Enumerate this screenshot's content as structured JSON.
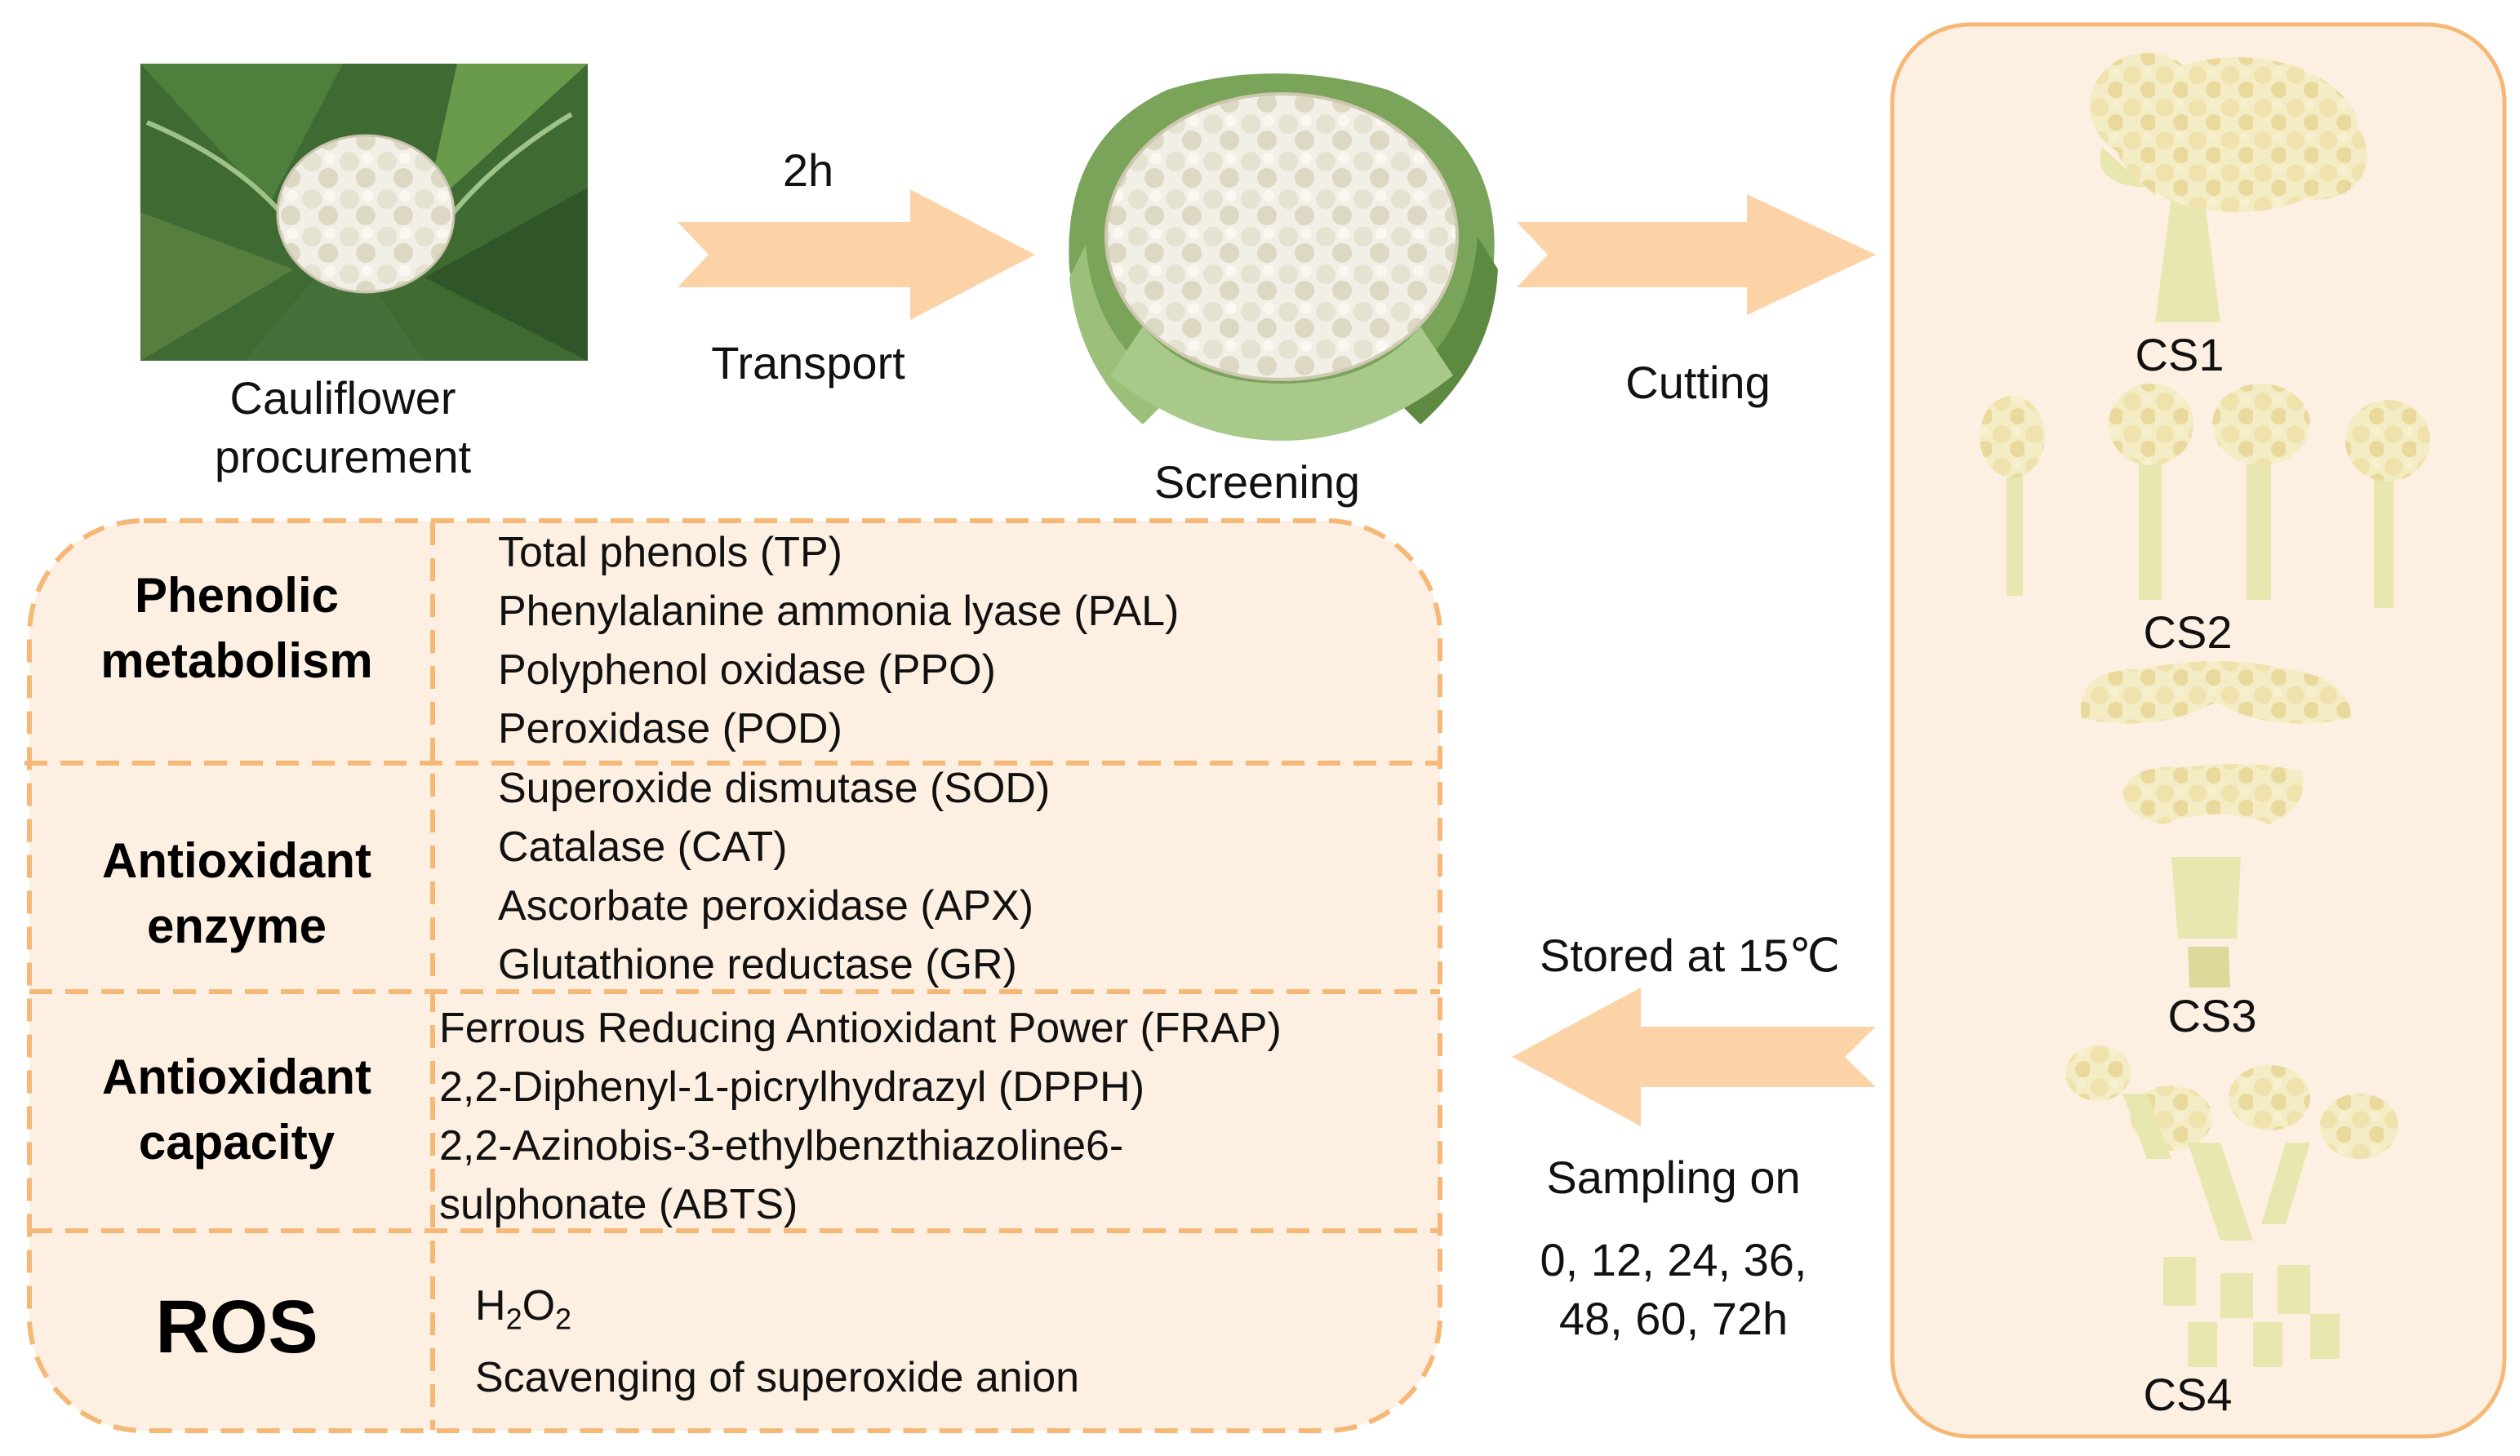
{
  "steps": {
    "procurement": "Cauliflower\nprocurement",
    "transport_time": "2h",
    "transport": "Transport",
    "screening": "Screening",
    "cutting": "Cutting",
    "stored": "Stored at 15℃",
    "sampling_title": "Sampling on",
    "sampling_times": "0, 12, 24, 36,\n48, 60, 72h"
  },
  "cut_styles": [
    "CS1",
    "CS2",
    "CS3",
    "CS4"
  ],
  "indicators": [
    {
      "category": "Phenolic\nmetabolism",
      "items": [
        "Total phenols (TP)",
        "Phenylalanine ammonia lyase (PAL)",
        "Polyphenol oxidase (PPO)",
        "Peroxidase (POD)"
      ]
    },
    {
      "category": "Antioxidant\nenzyme",
      "items": [
        "Superoxide dismutase (SOD)",
        "Catalase (CAT)",
        "Ascorbate peroxidase (APX)",
        "Glutathione reductase (GR)"
      ]
    },
    {
      "category": "Antioxidant\ncapacity",
      "items": [
        "Ferrous Reducing Antioxidant Power (FRAP)",
        "2,2-Diphenyl-1-picrylhydrazyl (DPPH)",
        "2,2-Azinobis-3-ethylbenzthiazoline6-",
        "sulphonate (ABTS)"
      ]
    },
    {
      "category": "ROS",
      "items": [
        "H2O2",
        "Scavenging of superoxide anion"
      ]
    }
  ],
  "colors": {
    "arrow": "#fbd3a6",
    "panel_fill": "#fdf0e2",
    "panel_border": "#f6b877",
    "floret": "#f3e7b4",
    "stem": "#e8e7b0",
    "leaf": "#5a8a3c"
  }
}
